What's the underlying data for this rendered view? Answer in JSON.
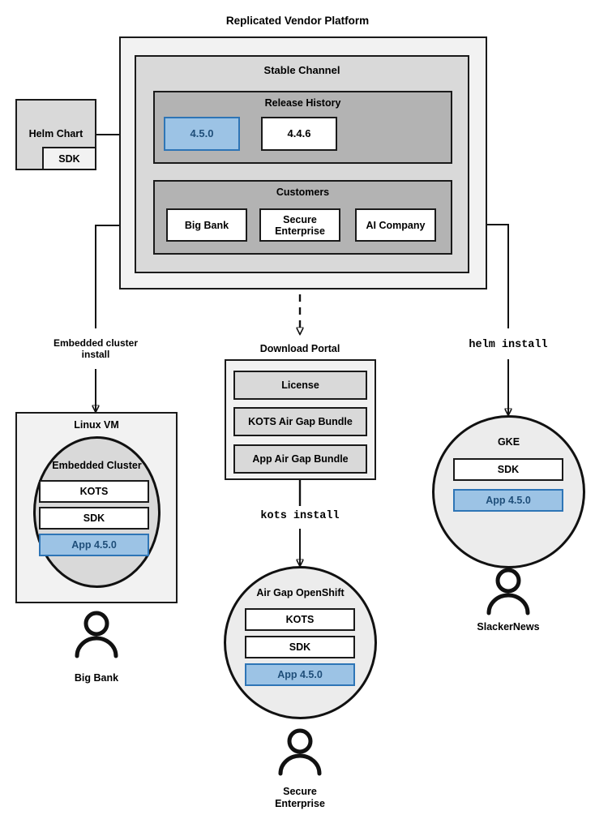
{
  "diagram": {
    "title": "Replicated Vendor Platform",
    "platform": {
      "stable_channel": {
        "title": "Stable Channel",
        "release_history": {
          "title": "Release History",
          "releases": [
            {
              "version": "4.5.0",
              "highlighted": true
            },
            {
              "version": "4.4.6",
              "highlighted": false
            }
          ]
        },
        "customers": {
          "title": "Customers",
          "items": [
            {
              "name": "Big Bank"
            },
            {
              "name": "Secure\nEnterprise"
            },
            {
              "name": "AI Company"
            }
          ]
        }
      }
    },
    "helm_chart": {
      "title": "Helm Chart",
      "sdk_label": "SDK"
    },
    "flows": [
      {
        "label": "Embedded cluster\ninstall",
        "mono": false
      },
      {
        "label": "kots install",
        "mono": true
      },
      {
        "label": "helm install",
        "mono": true
      }
    ],
    "download_portal": {
      "title": "Download Portal",
      "items": [
        "License",
        "KOTS Air Gap Bundle",
        "App Air Gap Bundle"
      ]
    },
    "targets": [
      {
        "id": "linux-vm",
        "title": "Linux VM",
        "inner_title": "Embedded Cluster",
        "components": [
          {
            "label": "KOTS",
            "highlighted": false
          },
          {
            "label": "SDK",
            "highlighted": false
          },
          {
            "label": "App 4.5.0",
            "highlighted": true
          }
        ],
        "actor": "Big Bank"
      },
      {
        "id": "air-gap-openshift",
        "title": "Air Gap OpenShift",
        "components": [
          {
            "label": "KOTS",
            "highlighted": false
          },
          {
            "label": "SDK",
            "highlighted": false
          },
          {
            "label": "App 4.5.0",
            "highlighted": true
          }
        ],
        "actor": "Secure\nEnterprise"
      },
      {
        "id": "gke",
        "title": "GKE",
        "components": [
          {
            "label": "SDK",
            "highlighted": false
          },
          {
            "label": "App 4.5.0",
            "highlighted": true
          }
        ],
        "actor": "SlackerNews"
      }
    ],
    "colors": {
      "accent_blue_fill": "#9cc3e5",
      "accent_blue_border": "#2e75b6",
      "accent_blue_text": "#1f4e79",
      "stroke": "#1a1a1a",
      "fill_lightest": "#f2f2f2",
      "fill_light": "#d9d9d9",
      "fill_mid": "#b3b3b3"
    }
  }
}
